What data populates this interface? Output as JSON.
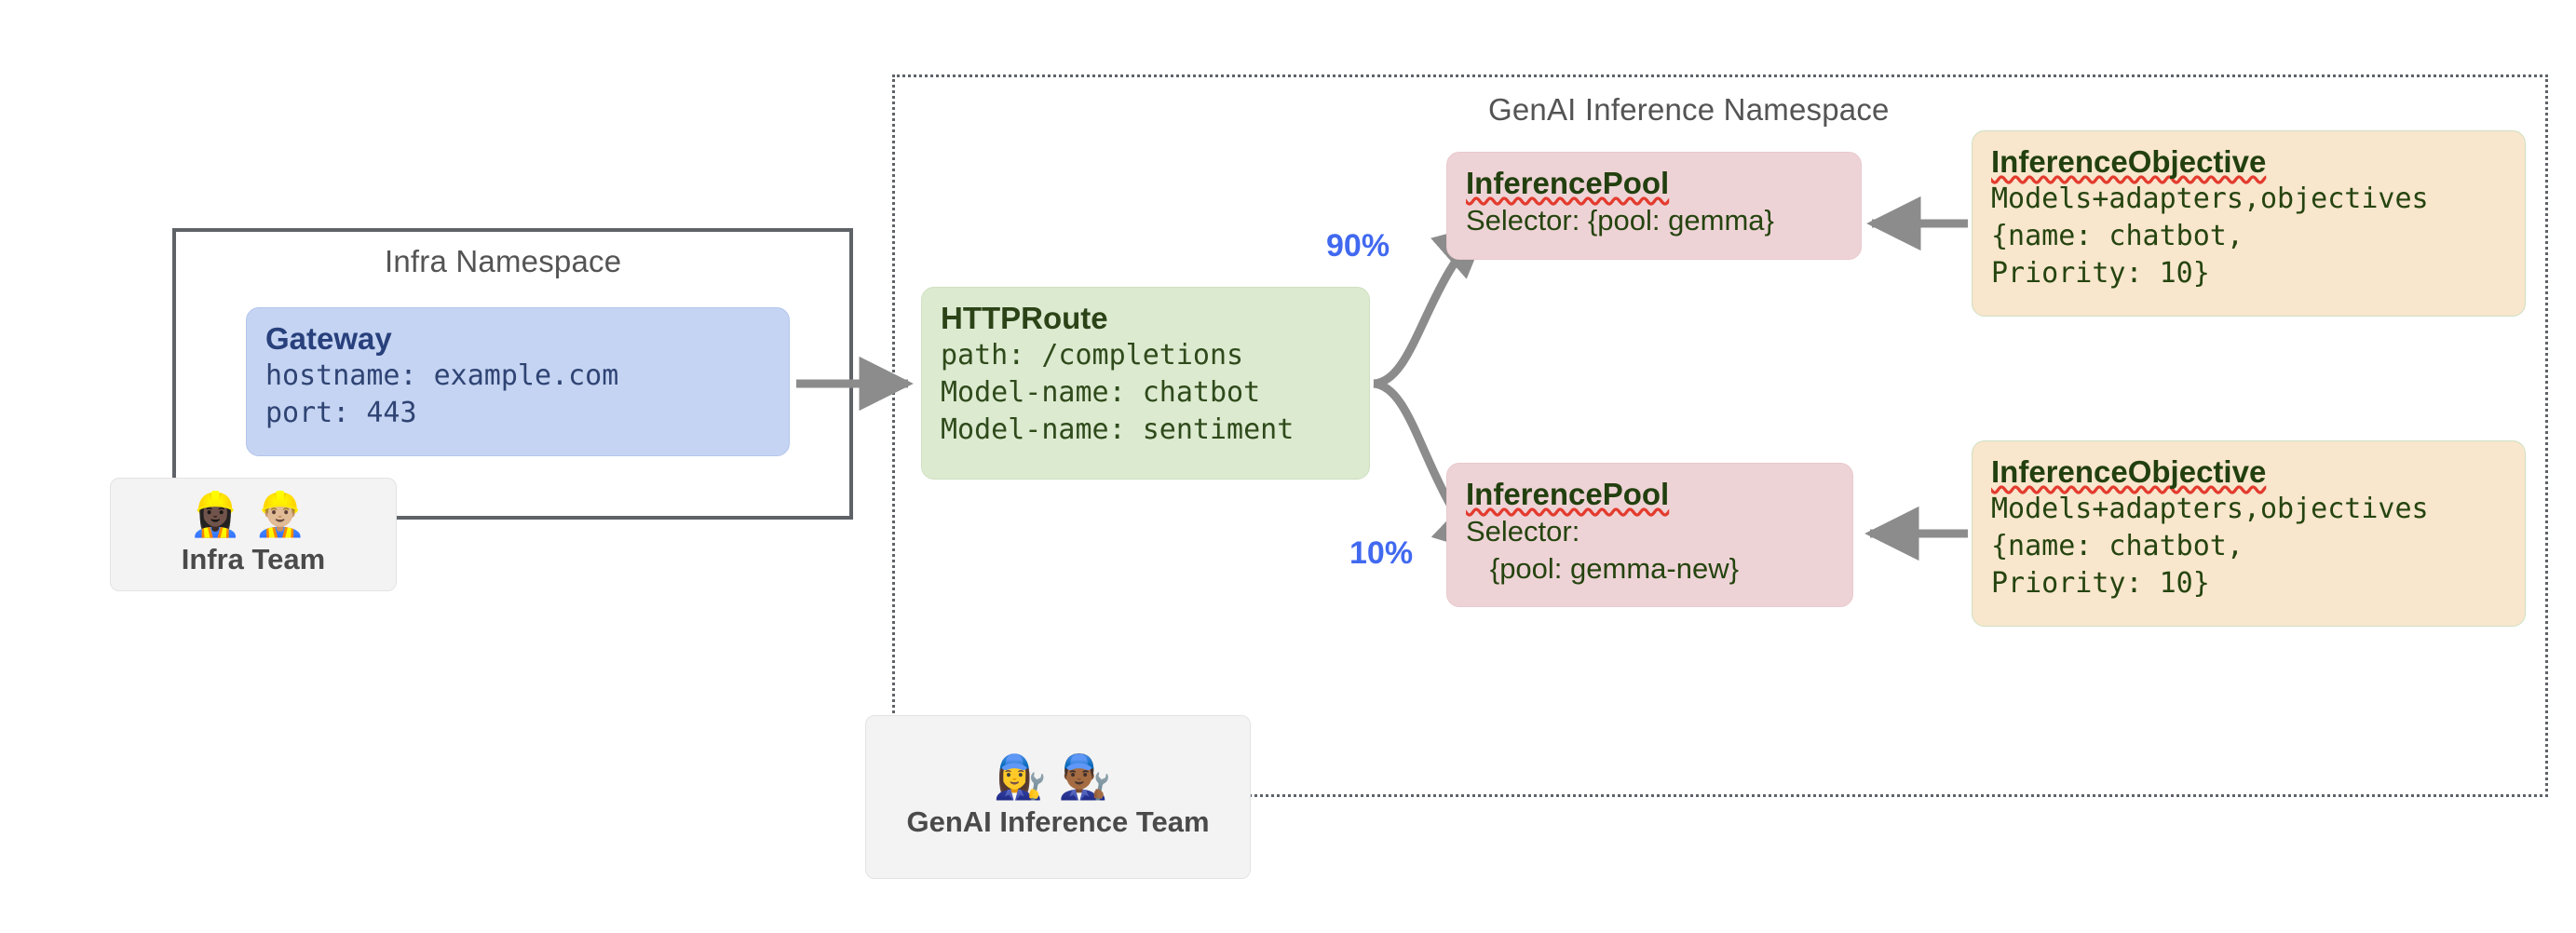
{
  "diagram": {
    "namespaces": [
      {
        "id": "infra",
        "label": "Infra Namespace",
        "border": "solid"
      },
      {
        "id": "genai",
        "label": "GenAI Inference Namespace",
        "border": "dotted"
      }
    ],
    "gateway": {
      "title": "Gateway",
      "line1": "hostname: example.com",
      "line2": "port: 443"
    },
    "httproute": {
      "title": "HTTPRoute",
      "line1": "path: /completions",
      "line2": "Model-name: chatbot",
      "line3": "Model-name: sentiment"
    },
    "pools": [
      {
        "title": "InferencePool",
        "line1": "Selector: {pool: gemma}",
        "line2": ""
      },
      {
        "title": "InferencePool",
        "line1": "Selector:",
        "line2": "   {pool: gemma-new}"
      }
    ],
    "objectives": [
      {
        "title": "InferenceObjective",
        "line1": "Models+adapters,objectives",
        "line2": "{name: chatbot,",
        "line3": "Priority: 10}"
      },
      {
        "title": "InferenceObjective",
        "line1": "Models+adapters,objectives",
        "line2": "{name: chatbot,",
        "line3": "Priority: 10}"
      }
    ],
    "weights": [
      {
        "label": "90%"
      },
      {
        "label": "10%"
      }
    ],
    "teams": [
      {
        "id": "infra-team",
        "label": "Infra Team",
        "emojis": "👷🏿‍♀️👷🏼‍♂️"
      },
      {
        "id": "genai-team",
        "label": "GenAI Inference Team",
        "emojis": "👩‍🔧👨🏾‍🔧"
      }
    ],
    "colors": {
      "gateway_bg": "#c5d4f2",
      "httproute_bg": "#dcead0",
      "pool_bg": "#eed3d6",
      "objective_bg": "#f8e6cd",
      "weight_text": "#4169f0",
      "edge": "#8c8c8c",
      "namespace_border": "#5f6368",
      "team_bg": "#f3f3f3"
    }
  }
}
